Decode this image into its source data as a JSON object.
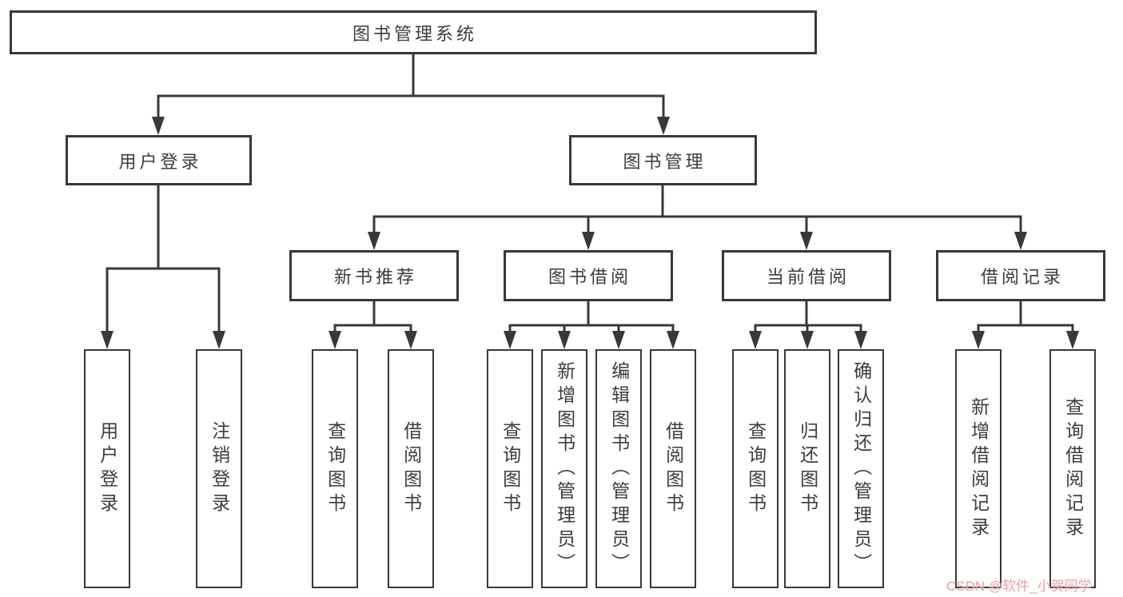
{
  "page": {
    "background": "#ffffff",
    "line_color": "#383838",
    "text_color": "#3c3c3c"
  },
  "watermark": {
    "text": "CSDN @软件_小贺同学",
    "color": "#e8a0a0"
  },
  "diagram": {
    "root": "图书管理系统",
    "branches": [
      {
        "label": "用户登录",
        "children": [
          "用户登录",
          "注销登录"
        ]
      },
      {
        "label": "图书管理",
        "children": [
          {
            "label": "新书推荐",
            "children": [
              "查询图书",
              "借阅图书"
            ]
          },
          {
            "label": "图书借阅",
            "children": [
              "查询图书",
              "新增图书（管理员）",
              "编辑图书（管理员）",
              "借阅图书"
            ]
          },
          {
            "label": "当前借阅",
            "children": [
              "查询图书",
              "归还图书",
              "确认归还（管理员）"
            ]
          },
          {
            "label": "借阅记录",
            "children": [
              "新增借阅记录",
              "查询借阅记录"
            ]
          }
        ]
      }
    ]
  }
}
